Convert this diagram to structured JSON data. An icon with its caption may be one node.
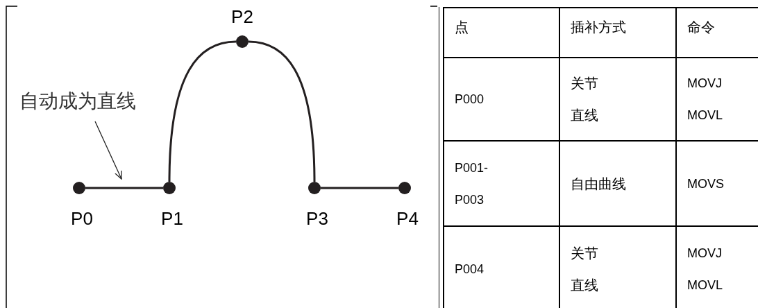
{
  "diagram": {
    "nodes": [
      {
        "text": [],
        "shape": "circle",
        "beside": [
          "P0"
        ]
      },
      {
        "text": [],
        "shape": "circle",
        "beside": [
          "P1"
        ]
      },
      {
        "text": [],
        "shape": "circle",
        "beside": [
          "P2"
        ]
      },
      {
        "text": [],
        "shape": "circle",
        "beside": [
          "P3"
        ]
      },
      {
        "text": [],
        "shape": "circle",
        "beside": [
          "P4"
        ]
      },
      {
        "text": [
          "自动成为直线"
        ]
      }
    ],
    "edges": [
      {
        "from": 0,
        "to": 1,
        "arrow": "none"
      },
      {
        "from": 1,
        "to": 2,
        "arrow": "none"
      },
      {
        "from": 2,
        "to": 3,
        "arrow": "none"
      },
      {
        "from": 3,
        "to": 4,
        "arrow": "none"
      },
      {
        "from": 5,
        "to": null,
        "arrow": "to"
      }
    ],
    "labels": [
      "点",
      "插补方式",
      "命令",
      "P000",
      "关节",
      "直线",
      "MOVJ",
      "MOVL",
      "P001-P003",
      "自由曲线",
      "MOVS",
      "P004",
      "关节",
      "直线",
      "MOVJ",
      "MOVL"
    ]
  }
}
